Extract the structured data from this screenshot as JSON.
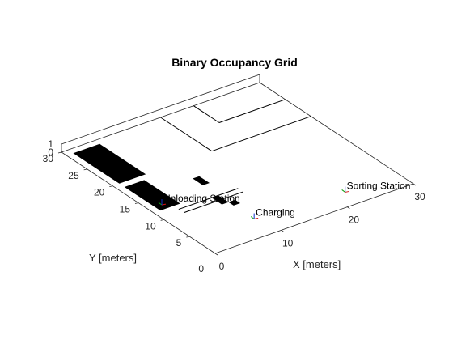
{
  "chart_data": {
    "type": "scatter",
    "title": "Binary Occupancy Grid",
    "xlabel": "X [meters]",
    "ylabel": "Y [meters]",
    "xlim": [
      0,
      30
    ],
    "ylim": [
      0,
      30
    ],
    "zlim": [
      0,
      1
    ],
    "x_ticks": [
      "0",
      "10",
      "20",
      "30"
    ],
    "y_ticks": [
      "5",
      "10",
      "15",
      "20",
      "25",
      "30"
    ],
    "z_ticks": [
      "0",
      "1"
    ],
    "grid": false,
    "locations": [
      {
        "name": "Unloading Station",
        "x": 2,
        "y": 13
      },
      {
        "name": "Sorting Station",
        "x": 22,
        "y": 3
      },
      {
        "name": "Charging",
        "x": 9,
        "y": 4
      }
    ],
    "obstacles": [
      {
        "x": [
          1,
          5
        ],
        "y": [
          20,
          29
        ]
      },
      {
        "x": [
          1,
          4
        ],
        "y": [
          12,
          19
        ]
      },
      {
        "x": [
          9,
          10
        ],
        "y": [
          14,
          16
        ]
      },
      {
        "x": [
          8,
          9
        ],
        "y": [
          9,
          11
        ]
      },
      {
        "x": [
          9,
          10
        ],
        "y": [
          8,
          9
        ]
      }
    ],
    "lines": [
      {
        "x": [
          20,
          30
        ],
        "y": [
          25,
          25
        ]
      },
      {
        "x": [
          20,
          20
        ],
        "y": [
          25,
          30
        ]
      },
      {
        "x": [
          15,
          30
        ],
        "y": [
          20,
          20
        ]
      },
      {
        "x": [
          15,
          15
        ],
        "y": [
          20,
          30
        ]
      },
      {
        "x": [
          3,
          12
        ],
        "y": [
          11,
          11
        ]
      },
      {
        "x": [
          3,
          12
        ],
        "y": [
          10,
          10
        ]
      }
    ]
  }
}
